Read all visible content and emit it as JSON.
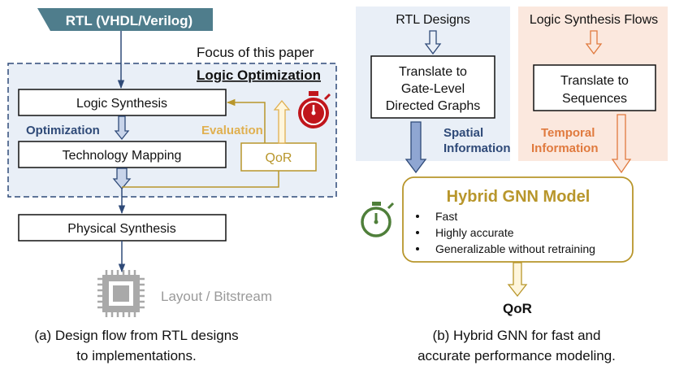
{
  "left": {
    "rtl_banner": "RTL (VHDL/Verilog)",
    "focus_label": "Focus of this paper",
    "focus_title": "Logic Optimization",
    "logic_synthesis": "Logic Synthesis",
    "optimization": "Optimization",
    "evaluation": "Evaluation",
    "technology_mapping": "Technology Mapping",
    "qor": "QoR",
    "physical_synthesis": "Physical Synthesis",
    "output": "Layout / Bitstream",
    "caption_line1": "(a) Design flow from RTL designs",
    "caption_line2": "to implementations."
  },
  "right": {
    "rtl_designs": "RTL Designs",
    "logic_synthesis_flows": "Logic Synthesis Flows",
    "translate_graphs": [
      "Translate to",
      "Gate-Level",
      "Directed Graphs"
    ],
    "translate_sequences": [
      "Translate to",
      "Sequences"
    ],
    "spatial": [
      "Spatial",
      "Information"
    ],
    "temporal": [
      "Temporal",
      "Information"
    ],
    "model_title": "Hybrid GNN Model",
    "model_bullets": [
      "Fast",
      "Highly accurate",
      "Generalizable without retraining"
    ],
    "output": "QoR",
    "caption_line1": "(b) Hybrid GNN for fast and",
    "caption_line2": "accurate performance modeling."
  },
  "icons": [
    "chip-icon",
    "stopwatch-red-icon",
    "stopwatch-green-icon"
  ],
  "colors": {
    "navy": "#2f4a78",
    "teal_banner": "#4f7d8c",
    "gold": "#b8962b",
    "orange": "#e07a3e",
    "light_blue_bg": "#e9eff7",
    "light_orange_bg": "#fbe8de",
    "red": "#c0161c",
    "green": "#4f7f3a"
  }
}
